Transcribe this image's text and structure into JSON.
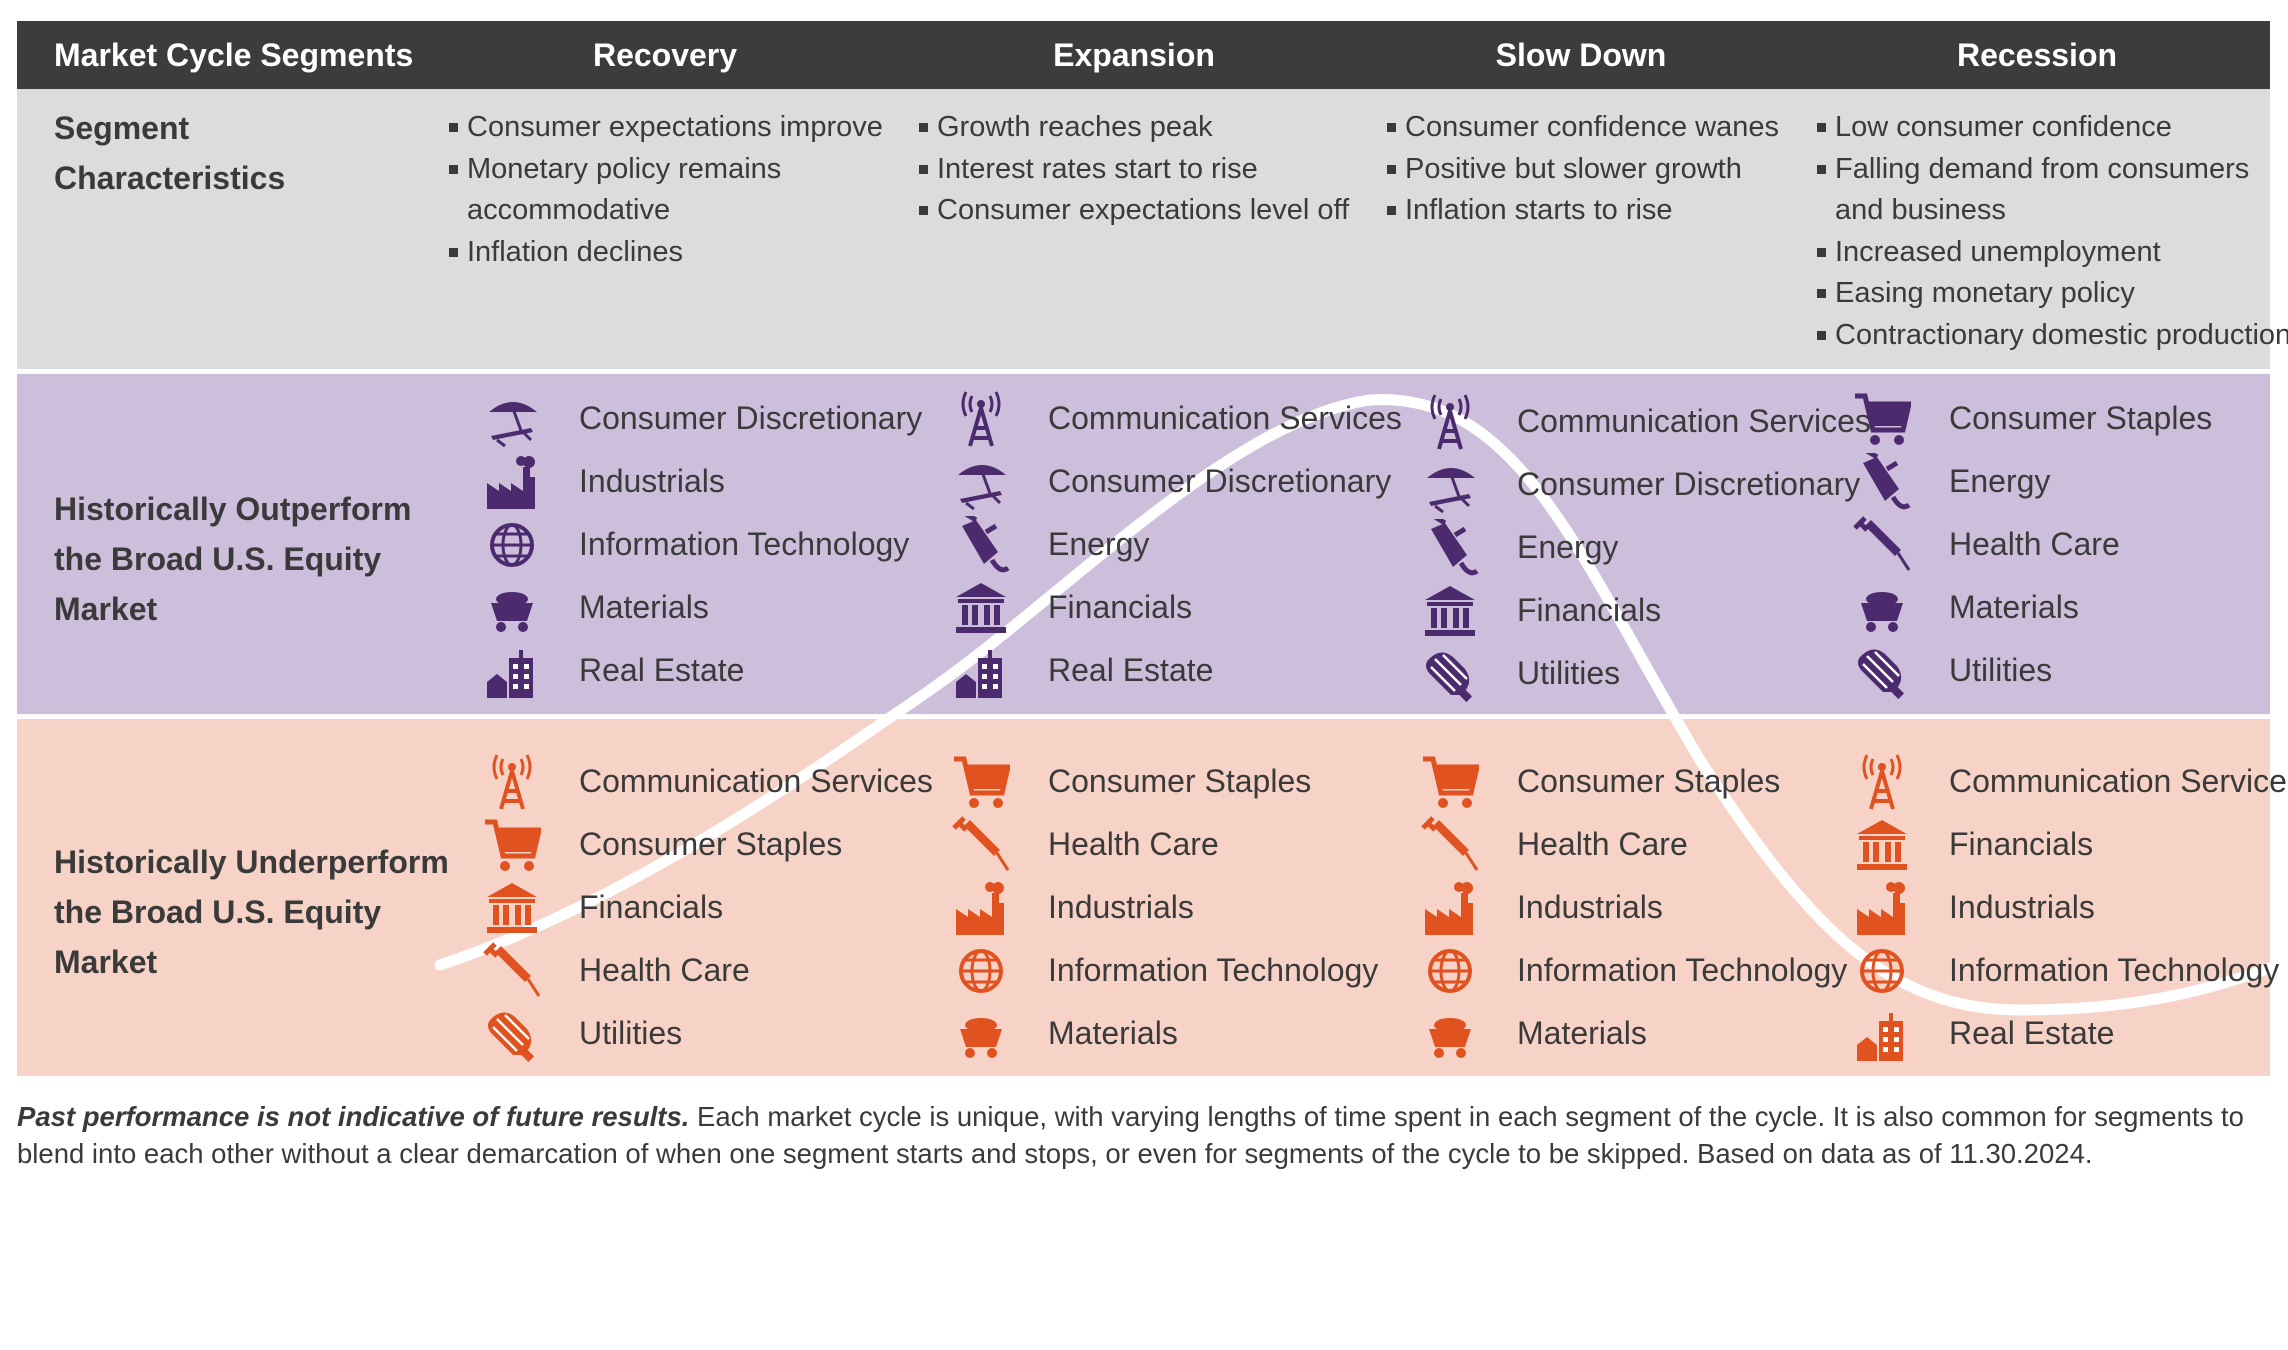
{
  "header": {
    "row_title": "Market Cycle Segments",
    "segments": [
      "Recovery",
      "Expansion",
      "Slow Down",
      "Recession"
    ]
  },
  "rows": {
    "characteristics_label_line1": "Segment",
    "characteristics_label_line2": "Characteristics",
    "outperform_label_line1": "Historically Outperform",
    "outperform_label_line2": "the Broad U.S. Equity",
    "outperform_label_line3": "Market",
    "underperform_label_line1": "Historically Underperform",
    "underperform_label_line2": "the Broad U.S. Equity",
    "underperform_label_line3": "Market"
  },
  "characteristics": [
    [
      "Consumer expectations improve",
      "Monetary policy remains",
      "accommodative",
      "Inflation declines"
    ],
    [
      "Growth reaches peak",
      "Interest rates start to rise",
      "Consumer expectations level off"
    ],
    [
      "Consumer confidence wanes",
      "Positive but slower growth",
      "Inflation starts to rise"
    ],
    [
      "Low consumer confidence",
      "Falling demand from consumers",
      "and business",
      "Increased unemployment",
      "Easing monetary policy",
      "Contractionary domestic production"
    ]
  ],
  "outperform": [
    [
      {
        "label": "Consumer Discretionary",
        "icon": "beach-umbrella-icon"
      },
      {
        "label": "Industrials",
        "icon": "factory-icon"
      },
      {
        "label": "Information Technology",
        "icon": "globe-icon"
      },
      {
        "label": "Materials",
        "icon": "mine-cart-icon"
      },
      {
        "label": "Real Estate",
        "icon": "buildings-icon"
      }
    ],
    [
      {
        "label": "Communication Services",
        "icon": "radio-tower-icon"
      },
      {
        "label": "Consumer Discretionary",
        "icon": "beach-umbrella-icon"
      },
      {
        "label": "Energy",
        "icon": "power-plug-icon"
      },
      {
        "label": "Financials",
        "icon": "bank-icon"
      },
      {
        "label": "Real Estate",
        "icon": "buildings-icon"
      }
    ],
    [
      {
        "label": "Communication Services",
        "icon": "radio-tower-icon"
      },
      {
        "label": "Consumer Discretionary",
        "icon": "beach-umbrella-icon"
      },
      {
        "label": "Energy",
        "icon": "power-plug-icon"
      },
      {
        "label": "Financials",
        "icon": "bank-icon"
      },
      {
        "label": "Utilities",
        "icon": "light-bulb-icon"
      }
    ],
    [
      {
        "label": "Consumer Staples",
        "icon": "shopping-cart-icon"
      },
      {
        "label": "Energy",
        "icon": "power-plug-icon"
      },
      {
        "label": "Health Care",
        "icon": "syringe-icon"
      },
      {
        "label": "Materials",
        "icon": "mine-cart-icon"
      },
      {
        "label": "Utilities",
        "icon": "light-bulb-icon"
      }
    ]
  ],
  "underperform": [
    [
      {
        "label": "Communication Services",
        "icon": "radio-tower-icon"
      },
      {
        "label": "Consumer Staples",
        "icon": "shopping-cart-icon"
      },
      {
        "label": "Financials",
        "icon": "bank-icon"
      },
      {
        "label": "Health Care",
        "icon": "syringe-icon"
      },
      {
        "label": "Utilities",
        "icon": "light-bulb-icon"
      }
    ],
    [
      {
        "label": "Consumer Staples",
        "icon": "shopping-cart-icon"
      },
      {
        "label": "Health Care",
        "icon": "syringe-icon"
      },
      {
        "label": "Industrials",
        "icon": "factory-icon"
      },
      {
        "label": "Information Technology",
        "icon": "globe-icon"
      },
      {
        "label": "Materials",
        "icon": "mine-cart-icon"
      }
    ],
    [
      {
        "label": "Consumer Staples",
        "icon": "shopping-cart-icon"
      },
      {
        "label": "Health Care",
        "icon": "syringe-icon"
      },
      {
        "label": "Industrials",
        "icon": "factory-icon"
      },
      {
        "label": "Information Technology",
        "icon": "globe-icon"
      },
      {
        "label": "Materials",
        "icon": "mine-cart-icon"
      }
    ],
    [
      {
        "label": "Communication Services",
        "icon": "radio-tower-icon"
      },
      {
        "label": "Financials",
        "icon": "bank-icon"
      },
      {
        "label": "Industrials",
        "icon": "factory-icon"
      },
      {
        "label": "Information Technology",
        "icon": "globe-icon"
      },
      {
        "label": "Real Estate",
        "icon": "buildings-icon"
      }
    ]
  ],
  "colors": {
    "header_bg": "#3c3c3c",
    "characteristics_bg": "#dcdcdc",
    "outperform_bg": "#cdbfdb",
    "underperform_bg": "#f7d3c7",
    "outperform_icon": "#4b2a6e",
    "underperform_icon": "#e0521f",
    "curve": "#ffffff"
  },
  "footnote": {
    "emphasis": "Past performance is not indicative of future results.",
    "text": " Each market cycle is unique, with varying lengths of time spent in each segment of the cycle. It is also common for segments to blend into each other without a clear demarcation of when one segment starts and stops, or even for segments of the cycle to be skipped. Based on data as of 11.30.2024."
  }
}
